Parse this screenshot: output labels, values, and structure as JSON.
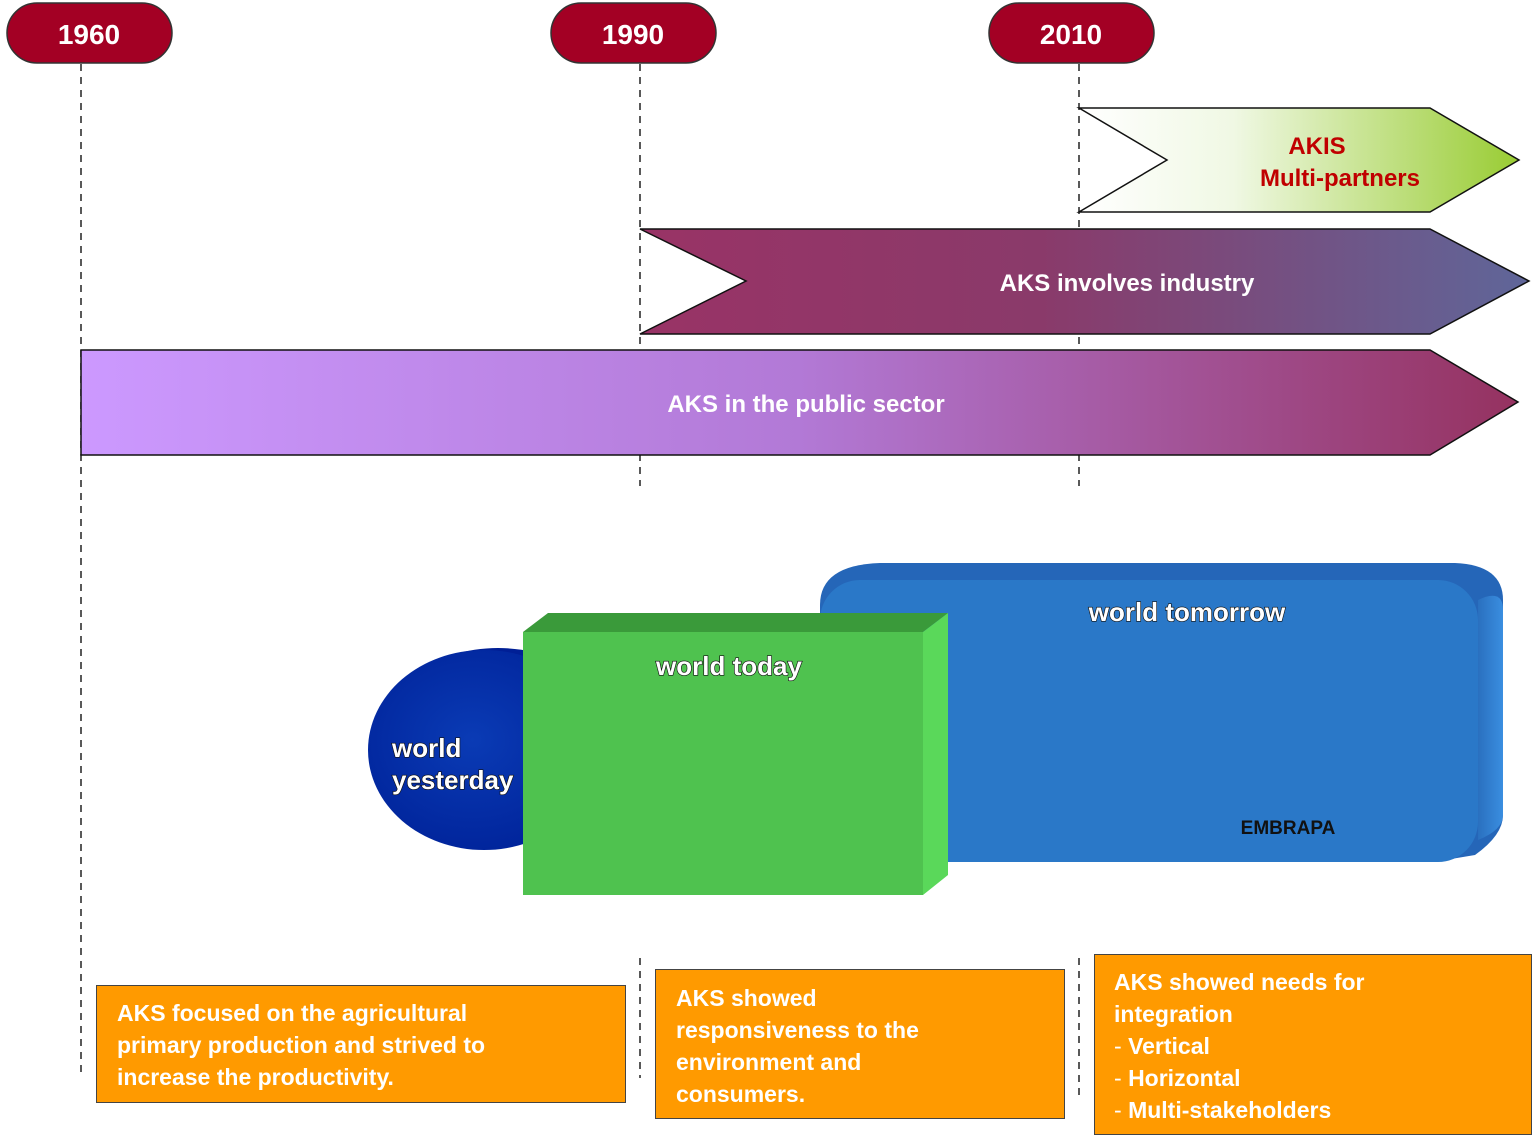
{
  "timeline": {
    "years": [
      "1960",
      "1990",
      "2010"
    ]
  },
  "arrows": {
    "akis": {
      "line1": "AKIS",
      "line2": "Multi-partners"
    },
    "industry": {
      "label": "AKS involves industry"
    },
    "public": {
      "label": "AKS in the public sector"
    }
  },
  "worlds": {
    "yesterday": {
      "line1": "world",
      "line2": "yesterday"
    },
    "today": {
      "label": "world today"
    },
    "tomorrow": {
      "label": "world tomorrow",
      "credit": "EMBRAPA"
    }
  },
  "notes": {
    "n1960": [
      "AKS focused on the agricultural",
      "primary production and strived to",
      "increase the productivity."
    ],
    "n1990": [
      "AKS showed",
      "responsiveness to the",
      "environment and",
      "consumers."
    ],
    "n2010": {
      "heading": [
        "AKS showed needs for",
        "integration"
      ],
      "bullet_marker": "-",
      "bullets": [
        "Vertical",
        "Horizontal",
        "Multi-stakeholders"
      ]
    }
  },
  "colors": {
    "year_badge": "#a30024",
    "akis_text": "#c00000",
    "note_bg": "#ff9a00",
    "public_start": "#cc99ff",
    "public_end": "#953260",
    "industry_start": "#993366",
    "industry_end": "#5f6699",
    "akis_start": "#ffffff",
    "akis_end": "#99cc33",
    "world_yesterday": "#0033aa",
    "world_today": "#4fc24f",
    "world_tomorrow": "#2a78c8"
  }
}
